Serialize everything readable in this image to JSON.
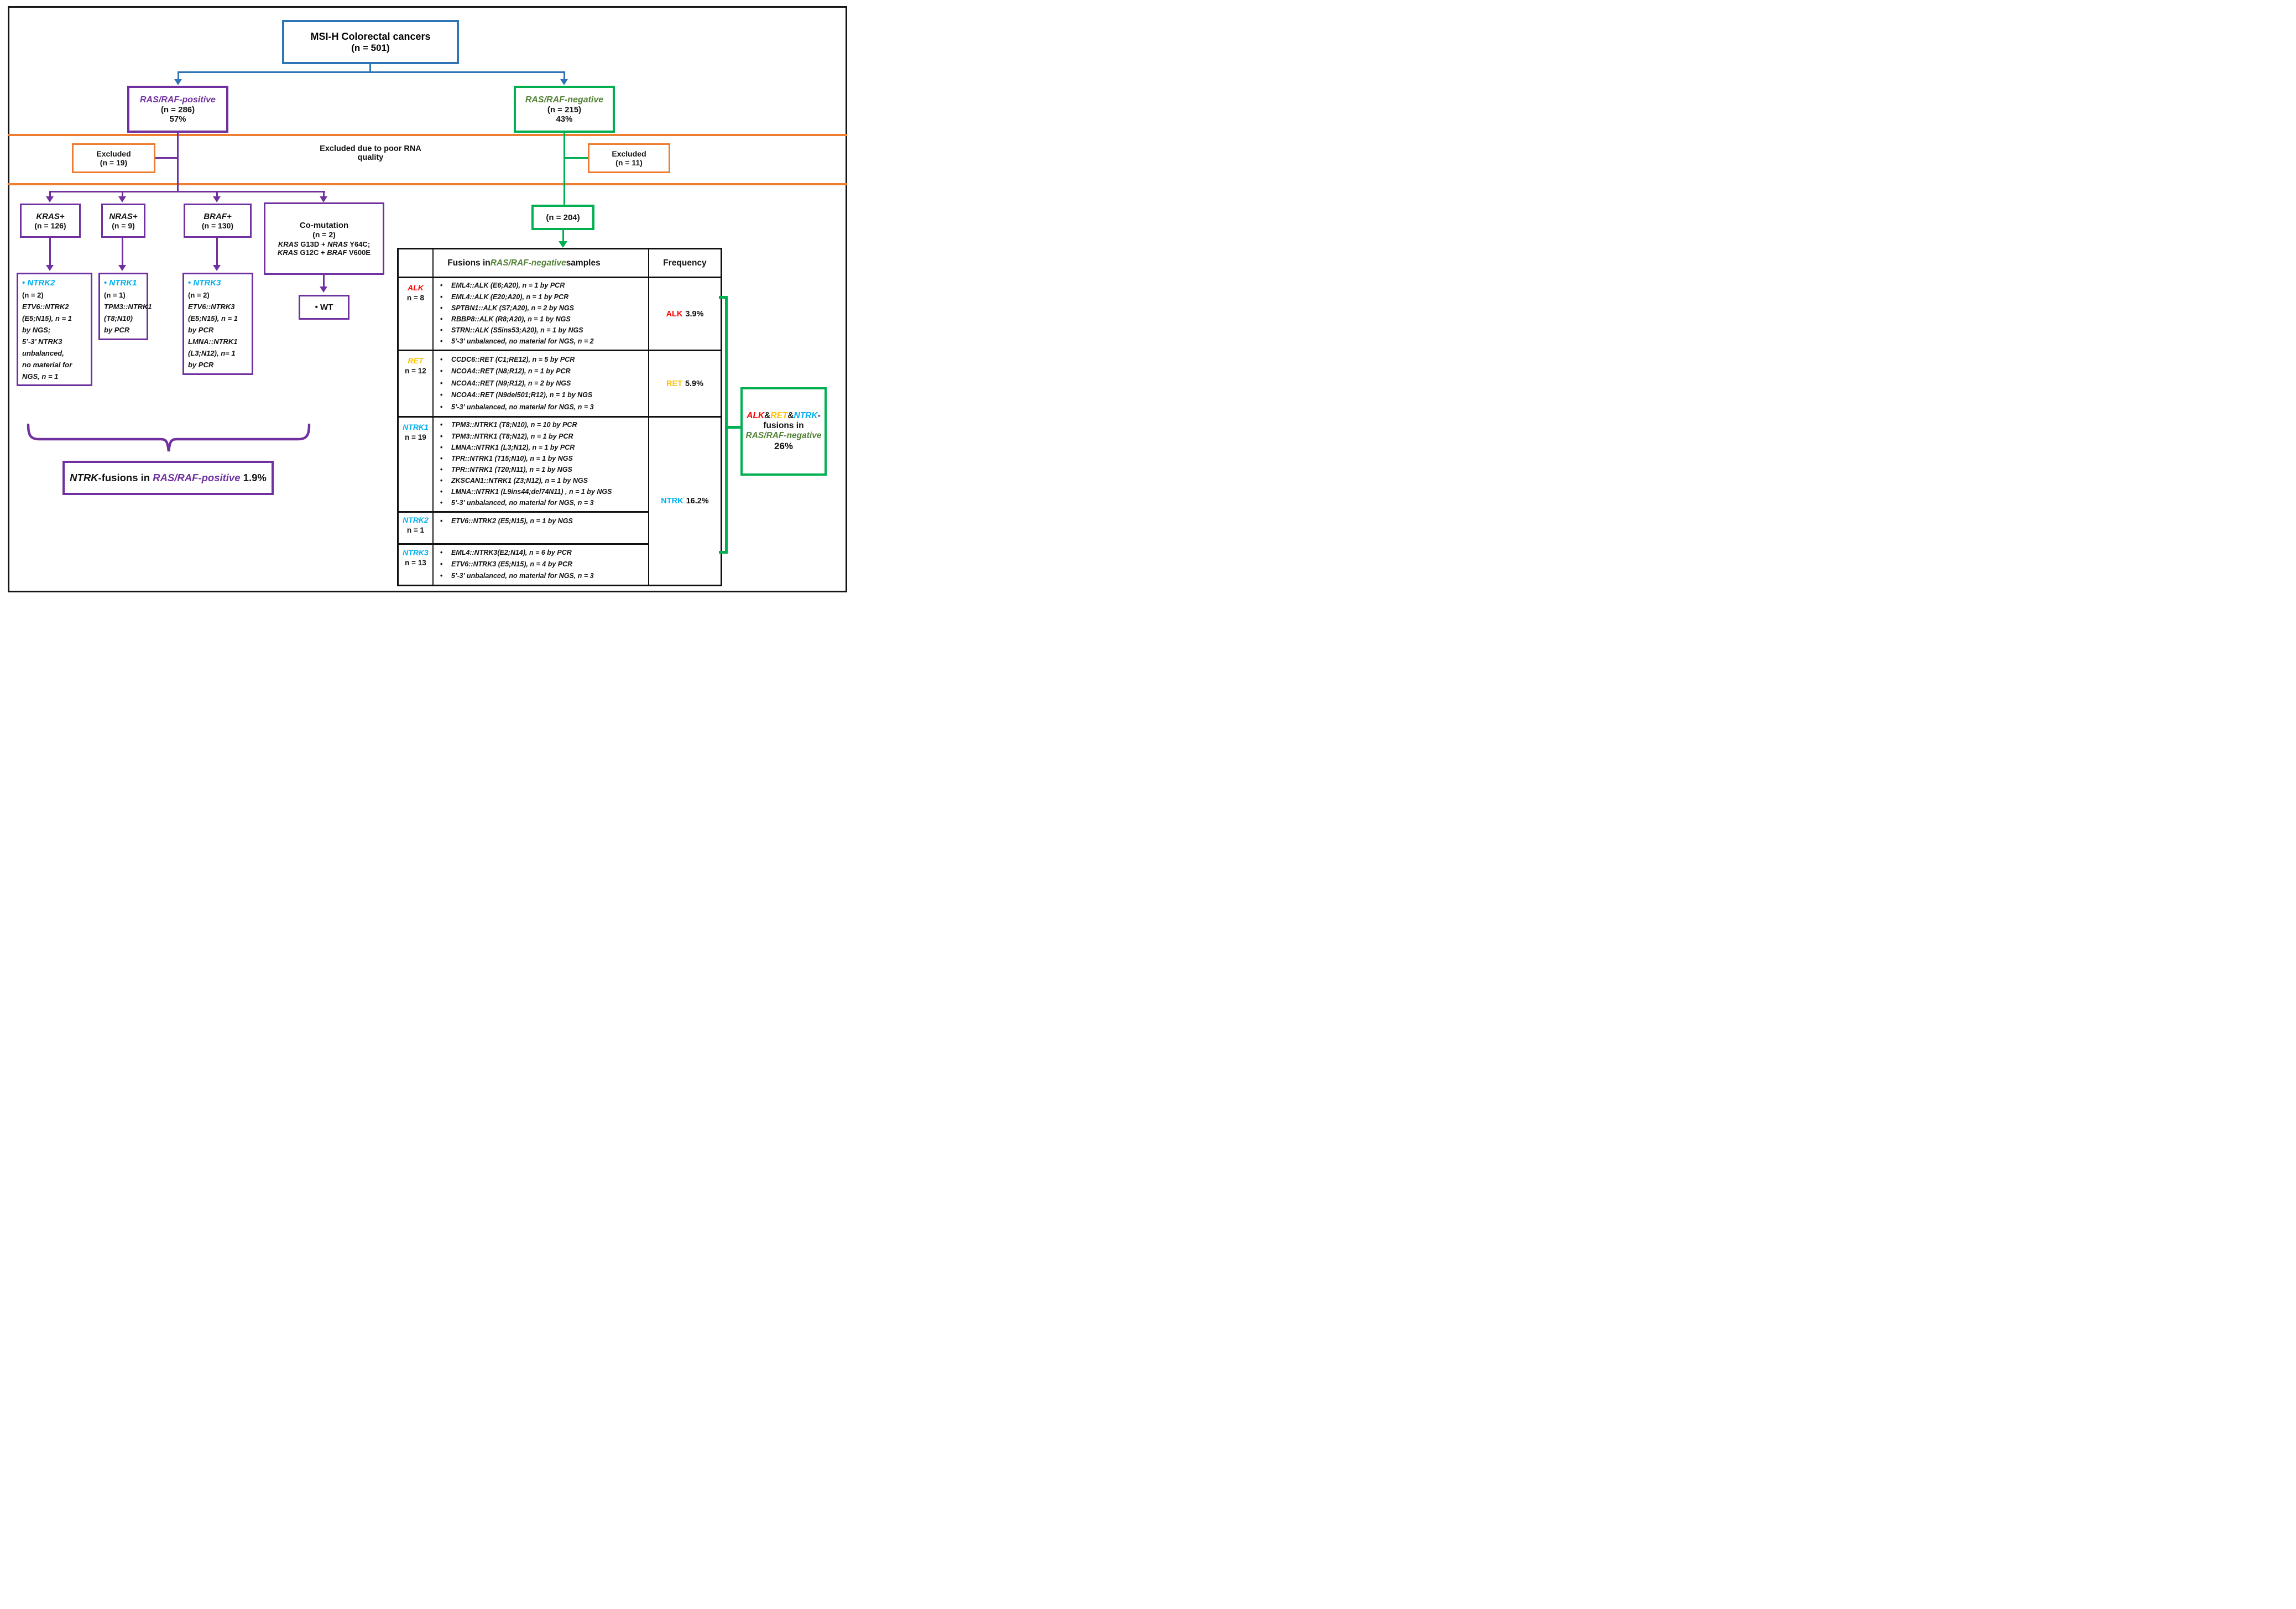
{
  "colors": {
    "blue_border": "#2E75B6",
    "purple": "#7030A0",
    "green_border": "#00B050",
    "green_text": "#538135",
    "orange": "#ED7D31",
    "red": "#FF0000",
    "gold": "#FFC000",
    "light_blue": "#00B0F0"
  },
  "figure": {
    "top_box": {
      "title": "MSI-H Colorectal cancers",
      "n": "(n = 501)"
    },
    "ras_raf_positive": {
      "label": "RAS/RAF-positive",
      "n": "(n = 286)",
      "pct": "57%"
    },
    "ras_raf_negative": {
      "label": "RAS/RAF-negative",
      "n": "(n = 215)",
      "pct": "43%"
    },
    "excluded_left": {
      "title": "Excluded",
      "n": "(n = 19)"
    },
    "excluded_right": {
      "title": "Excluded",
      "n": "(n = 11)"
    },
    "excluded_note_line1": "Excluded due to poor RNA",
    "excluded_note_line2": "quality",
    "kras_box": {
      "title": "KRAS+",
      "n": "(n = 126)"
    },
    "nras_box": {
      "title": "NRAS+",
      "n": "(n = 9)"
    },
    "braf_box": {
      "title": "BRAF+",
      "n": "(n = 130)"
    },
    "comutation_box": {
      "title": "Co-mutation",
      "n": "(n = 2)",
      "m1_gene1": "KRAS",
      "m1_mid": " G13D + ",
      "m1_gene2": "NRAS",
      "m1_end": " Y64C;",
      "m2_gene1": "KRAS",
      "m2_mid": " G12C + ",
      "m2_gene2": "BRAF",
      "m2_end": " V600E"
    },
    "ntrk2_box": {
      "header": "NTRK2",
      "l1": "(n = 2)",
      "l2": "ETV6::NTRK2",
      "l3": "(E5;N15), n = 1",
      "l4": "by NGS;",
      "l5": "5’-3’ NTRK3",
      "l6": "unbalanced,",
      "l7": "no material for",
      "l8": "NGS, n = 1"
    },
    "ntrk1_box": {
      "header": "NTRK1",
      "l1": "(n = 1)",
      "l2": "TPM3::NTRK1",
      "l3": "(T8;N10)",
      "l4": "by PCR"
    },
    "ntrk3_box": {
      "header": "NTRK3",
      "l1": "(n = 2)",
      "l2": "ETV6::NTRK3",
      "l3": "(E5;N15), n = 1",
      "l4": "by PCR",
      "l5": "LMNA::NTRK1",
      "l6": "(L3;N12), n= 1",
      "l7": "by PCR"
    },
    "wt_box": "WT",
    "n204_box": "(n = 204)",
    "summary_positive": {
      "p1": "NTRK",
      "p2": "-fusions in ",
      "p3": "RAS/RAF-positive",
      "p4": " 1.9%"
    },
    "summary_negative": {
      "g1": "ALK",
      "amp1": "&",
      "g2": "RET",
      "amp2": "&",
      "g3": "NTRK",
      "dash": "-",
      "line2": "fusions in",
      "line3": "RAS/RAF-negative",
      "line4": "26%"
    }
  },
  "table": {
    "header": {
      "title_prefix": "Fusions in ",
      "title_highlight": "RAS/RAF-negative",
      "title_suffix": " samples",
      "frequency": "Frequency"
    },
    "alk": {
      "gene": "ALK",
      "n": "n = 8",
      "bullets": [
        "EML4::ALK (E6;A20), n = 1 by PCR",
        "EML4::ALK (E20;A20), n = 1 by PCR",
        "SPTBN1::ALK (S7;A20), n = 2 by NGS",
        "RBBP8::ALK (R8;A20), n = 1 by NGS",
        "STRN::ALK (S5ins53;A20), n = 1 by NGS",
        "5’-3’ unbalanced, no material for NGS, n = 2"
      ],
      "freq_gene": "ALK",
      "freq_value": "3.9%"
    },
    "ret": {
      "gene": "RET",
      "n": "n = 12",
      "bullets": [
        "CCDC6::RET (C1;RE12), n = 5 by PCR",
        "NCOA4::RET (N8;R12), n = 1 by PCR",
        "NCOA4::RET (N9;R12), n = 2 by NGS",
        "NCOA4::RET (N9del501;R12), n = 1 by NGS",
        "5’-3’ unbalanced, no material for NGS, n = 3"
      ],
      "freq_gene": "RET",
      "freq_value": "5.9%"
    },
    "ntrk1": {
      "gene": "NTRK1",
      "n": "n = 19",
      "bullets": [
        "TPM3::NTRK1 (T8;N10), n = 10 by PCR",
        "TPM3::NTRK1 (T8;N12), n = 1 by PCR",
        "LMNA::NTRK1 (L3;N12), n = 1 by PCR",
        "TPR::NTRK1 (T15;N10), n = 1 by NGS",
        "TPR::NTRK1 (T20;N11), n = 1 by NGS",
        "ZKSCAN1::NTRK1 (Z3;N12), n = 1 by NGS",
        "LMNA::NTRK1 (L9ins44;del74N11) , n = 1 by NGS",
        "5’-3’ unbalanced, no material for NGS, n = 3"
      ]
    },
    "ntrk2": {
      "gene": "NTRK2",
      "n": "n = 1",
      "bullets": [
        "ETV6::NTRK2 (E5;N15), n = 1 by NGS"
      ]
    },
    "ntrk3": {
      "gene": "NTRK3",
      "n": "n = 13",
      "bullets": [
        "EML4::NTRK3(E2;N14), n = 6 by PCR",
        "ETV6::NTRK3 (E5;N15), n = 4 by PCR",
        "5’-3’ unbalanced, no material for NGS, n = 3"
      ]
    },
    "ntrk_freq": {
      "gene": "NTRK",
      "value": "16.2%"
    }
  }
}
